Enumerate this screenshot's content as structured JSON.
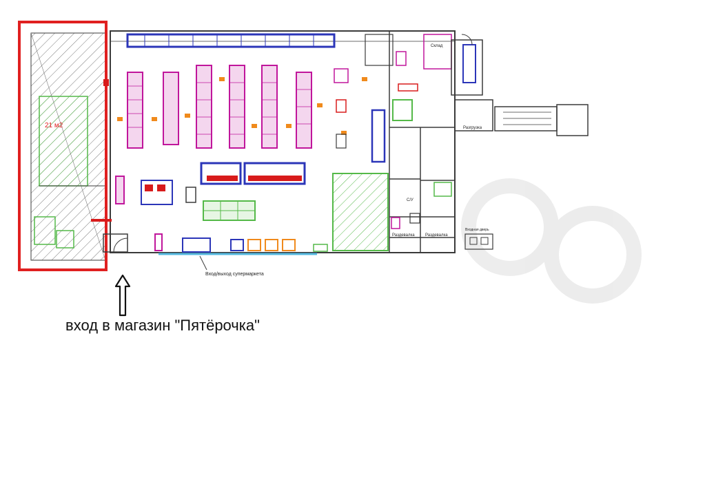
{
  "caption": "вход в магазин \"Пятёрочка\"",
  "labels": {
    "area": "21 м2",
    "outer_room": "Склад",
    "wc": "С/У",
    "loading": "Разгрузка",
    "exit": "Вход/выход супермаркета",
    "room1": "Раздевалка",
    "room2": "Раздевалка",
    "right_note": "Входная дверь"
  },
  "colors": {
    "highlight": "#e02020",
    "green_area": "#54b948",
    "wall": "#3a3a3a",
    "shelf_blue": "#2b35b8",
    "shelf_magenta": "#c0159b",
    "cashier_orange": "#f08a1c",
    "equip_red": "#d81b1b"
  }
}
